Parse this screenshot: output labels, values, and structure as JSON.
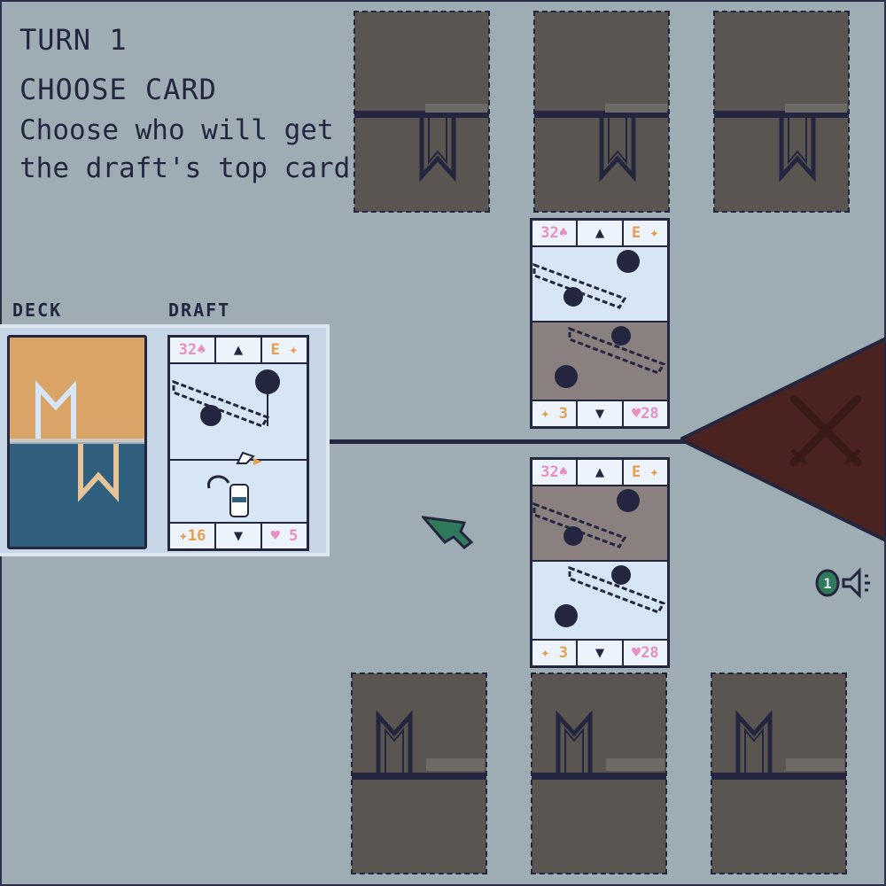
{
  "hud": {
    "turn": "TURN 1",
    "phase": "CHOOSE CARD",
    "instruction": "Choose who will get the draft's top card"
  },
  "labels": {
    "deck": "DECK",
    "draft": "DRAFT"
  },
  "draft_card": {
    "top_left": "32♠",
    "top_mid": "▲",
    "top_right": "E ✦",
    "bottom_left": "✦16",
    "bottom_mid": "▼",
    "bottom_right": "♥ 5"
  },
  "lane_card_top": {
    "top_left": "32♠",
    "top_mid": "▲",
    "top_right": "E ✦",
    "bottom_left": "✦ 3",
    "bottom_mid": "▼",
    "bottom_right": "♥28"
  },
  "lane_card_bottom": {
    "top_left": "32♠",
    "top_mid": "▲",
    "top_right": "E ✦",
    "bottom_left": "✦ 3",
    "bottom_mid": "▼",
    "bottom_right": "♥28"
  },
  "sound": {
    "badge": "1"
  },
  "colors": {
    "background": "#9eadb4",
    "slot": "#5a5550",
    "outline": "#23263e",
    "deck_top": "#d9a465",
    "deck_bottom": "#2f5f7c",
    "enemy_flag": "#4a2320",
    "pink": "#e58fc2",
    "orange": "#e29f50",
    "cursor": "#2f7a5a"
  }
}
